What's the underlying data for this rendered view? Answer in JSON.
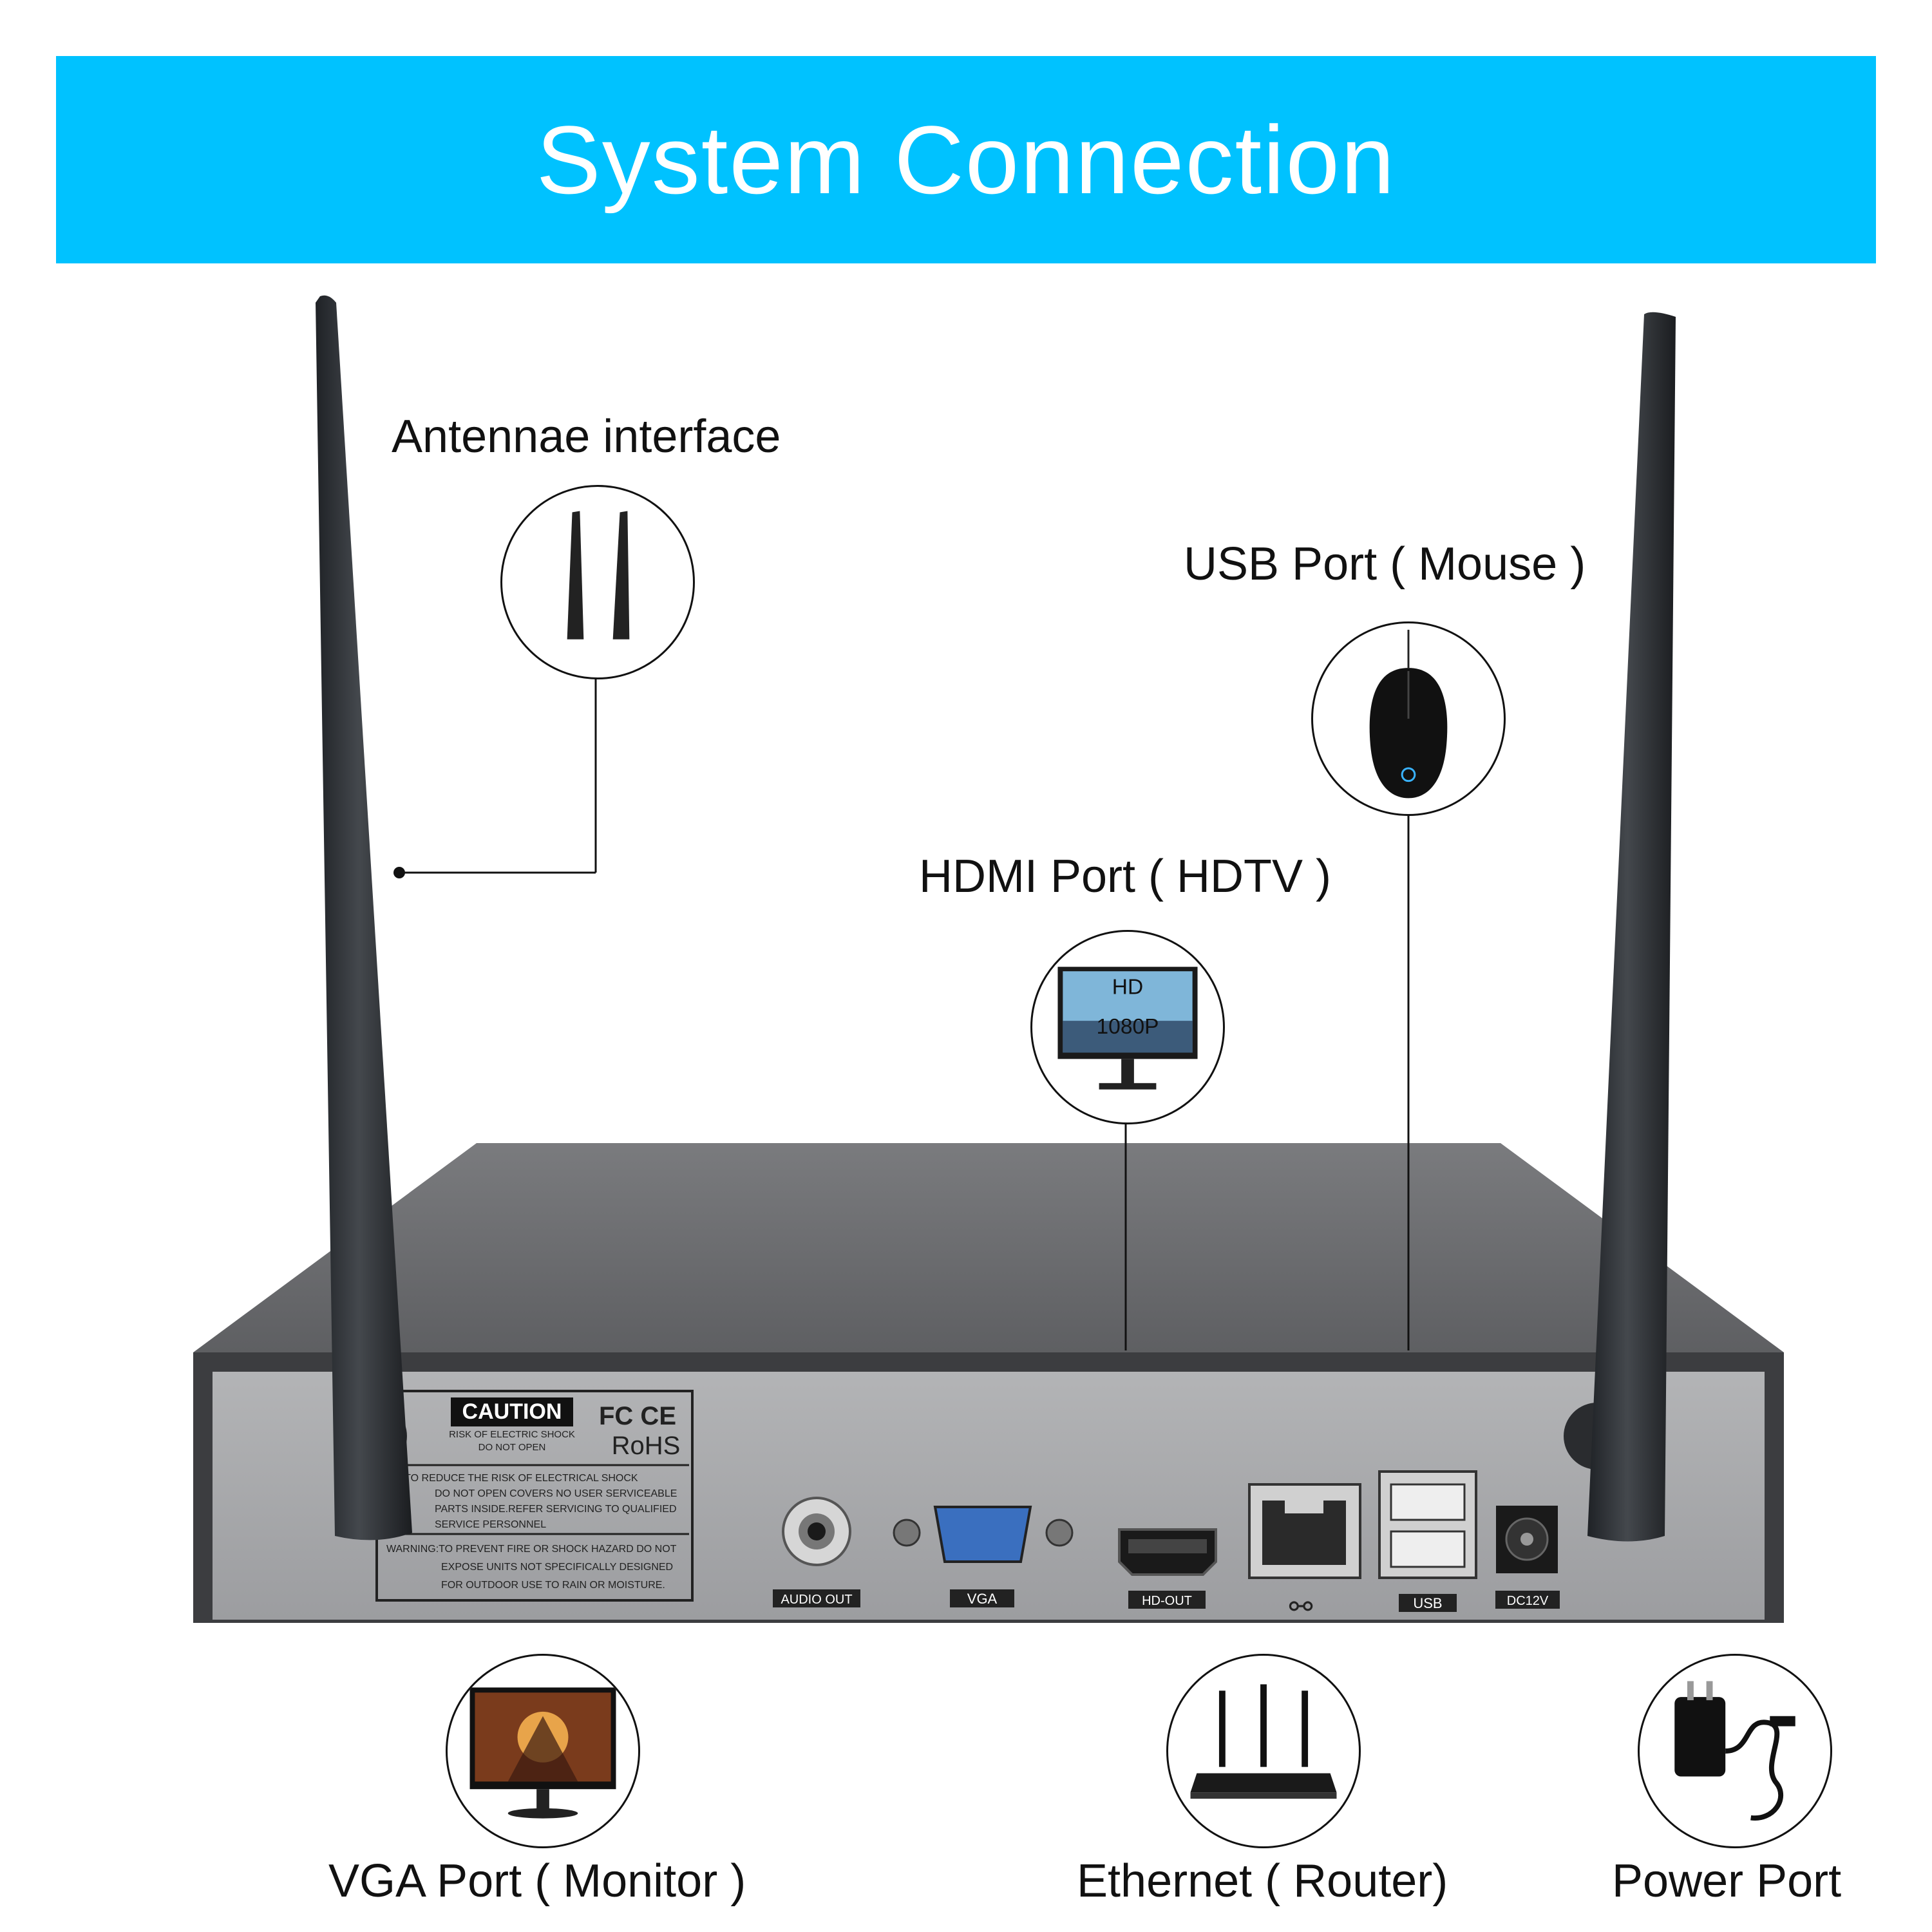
{
  "title": "System Connection",
  "callouts": {
    "antennae": "Antennae interface",
    "usb": "USB Port ( Mouse )",
    "hdmi": "HDMI Port ( HDTV )",
    "vga": "VGA Port ( Monitor )",
    "ethernet": "Ethernet ( Router)",
    "power": "Power Port"
  },
  "monitor_icon": {
    "line1": "HD",
    "line2": "1080P"
  },
  "panel_labels": {
    "caution": "CAUTION",
    "risk1": "RISK OF ELECTRIC SHOCK",
    "risk2": "DO NOT OPEN",
    "cert1": "FC CE",
    "cert2": "RoHS",
    "warn1": "ON TO REDUCE THE RISK OF ELECTRICAL SHOCK",
    "warn2": "DO NOT OPEN COVERS NO USER SERVICEABLE",
    "warn3": "PARTS INSIDE.REFER SERVICING TO QUALIFIED",
    "warn4": "SERVICE PERSONNEL",
    "warn5": "WARNING:TO PREVENT FIRE OR SHOCK HAZARD DO NOT",
    "warn6": "EXPOSE UNITS NOT SPECIFICALLY DESIGNED",
    "warn7": "FOR OUTDOOR USE TO RAIN OR MOISTURE.",
    "audio": "AUDIO OUT",
    "vga": "VGA",
    "hdout": "HD-OUT",
    "usb": "USB",
    "dc": "DC12V"
  },
  "colors": {
    "banner": "#00c2ff",
    "device_top": "#6f7073",
    "device_back": "#a9aaac",
    "antenna": "#2f3236"
  }
}
